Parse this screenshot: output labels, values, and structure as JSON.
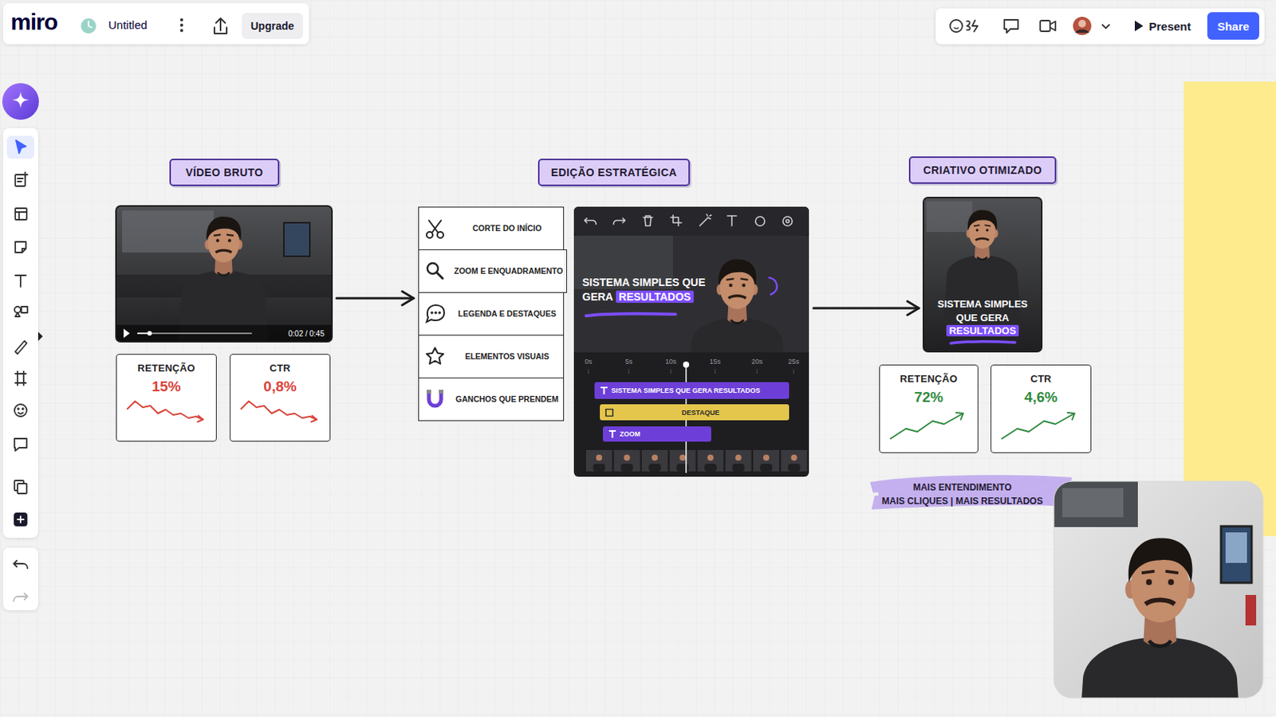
{
  "diagram": {
    "nodes": [
      {
        "text": [
          "Upgrade"
        ]
      },
      {
        "text": [
          "Present"
        ]
      },
      {
        "text": [
          "Share"
        ]
      },
      {
        "text": [
          "VÍDEO BRUTO"
        ]
      },
      {
        "text": [
          "0:02 / 0:45"
        ]
      },
      {
        "text": [
          "RETENÇÃO",
          "15%"
        ]
      },
      {
        "text": [
          "CTR",
          "0,8%"
        ]
      },
      {
        "text": [
          "EDIÇÃO ESTRATÉGICA"
        ]
      },
      {
        "text": [
          "CORTE DO INÍCIO"
        ]
      },
      {
        "text": [
          "ZOOM E ENQUADRAMENTO"
        ]
      },
      {
        "text": [
          "LEGENDA E DESTAQUES"
        ]
      },
      {
        "text": [
          "ELEMENTOS VISUAIS"
        ]
      },
      {
        "text": [
          "GANCHOS QUE PRENDEM"
        ]
      },
      {
        "text": [
          "SISTEMA SIMPLES QUE GERA RESULTADOS"
        ]
      },
      {
        "text": [
          "SISTEMA SIMPLES QUE GERA RESULTADOS"
        ],
        "in": 13
      },
      {
        "text": [
          "DESTAQUE"
        ],
        "in": 13
      },
      {
        "text": [
          "ZOOM"
        ],
        "in": 13
      },
      {
        "text": [
          "CRIATIVO OTIMIZADO"
        ]
      },
      {
        "text": [
          "SISTEMA SIMPLES QUE GERA RESULTADOS"
        ]
      },
      {
        "text": [
          "RETENÇÃO",
          "72%"
        ]
      },
      {
        "text": [
          "CTR",
          "4,6%"
        ]
      },
      {
        "text": [
          "MAIS ENTENDIMENTO",
          "MAIS CLIQUES | MAIS RESULTADOS"
        ]
      }
    ],
    "edges": [
      {
        "from": 4,
        "to": 10,
        "arrow": "to"
      },
      {
        "from": 13,
        "to": 18,
        "arrow": "to"
      }
    ],
    "labels": [
      "miro",
      "Untitled",
      "0s",
      "5s",
      "10s",
      "15s",
      "20s",
      "25s"
    ]
  }
}
